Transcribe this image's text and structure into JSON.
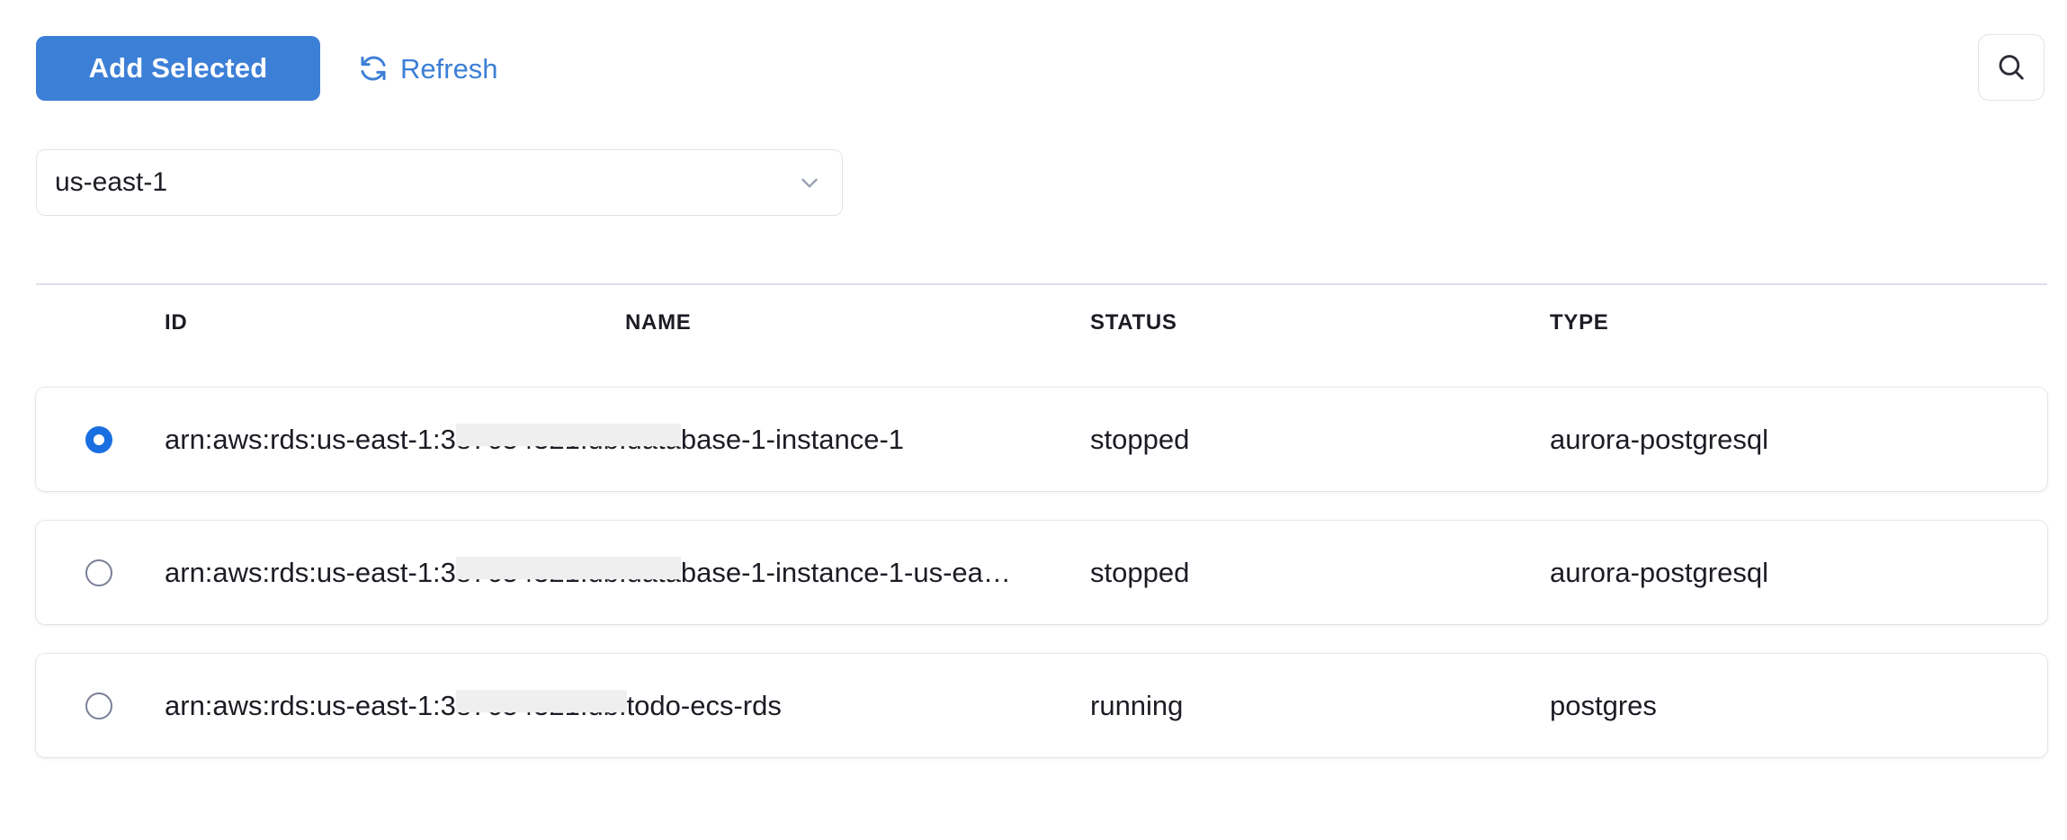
{
  "toolbar": {
    "add_selected_label": "Add Selected",
    "refresh_label": "Refresh",
    "refresh_icon": "refresh-icon",
    "search_icon": "search-icon"
  },
  "filters": {
    "region_value": "us-east-1",
    "chevron_icon": "chevron-down-icon"
  },
  "table": {
    "columns": [
      {
        "key": "id",
        "label": "ID"
      },
      {
        "key": "name",
        "label": "NAME"
      },
      {
        "key": "status",
        "label": "STATUS"
      },
      {
        "key": "type",
        "label": "TYPE"
      }
    ],
    "rows": [
      {
        "selected": true,
        "id_prefix": "arn:aws:rds:us-east-1:3",
        "id_redacted": "87654321:db:data",
        "id_suffix": "base-1-instance-1",
        "status": "stopped",
        "type": "aurora-postgresql"
      },
      {
        "selected": false,
        "id_prefix": "arn:aws:rds:us-east-1:3",
        "id_redacted": "87654321:db:data",
        "id_suffix": "base-1-instance-1-us-ea…",
        "status": "stopped",
        "type": "aurora-postgresql"
      },
      {
        "selected": false,
        "id_prefix": "arn:aws:rds:us-east-1:3",
        "id_redacted": "87654321:db:",
        "id_suffix": "todo-ecs-rds",
        "status": "running",
        "type": "postgres"
      }
    ]
  },
  "colors": {
    "accent": "#3c7fd6",
    "radio_selected": "#1a6fe0",
    "divider": "#dcdfe8",
    "border": "#e3e3ec",
    "text": "#1c1c24",
    "redaction": "#efeff0"
  }
}
